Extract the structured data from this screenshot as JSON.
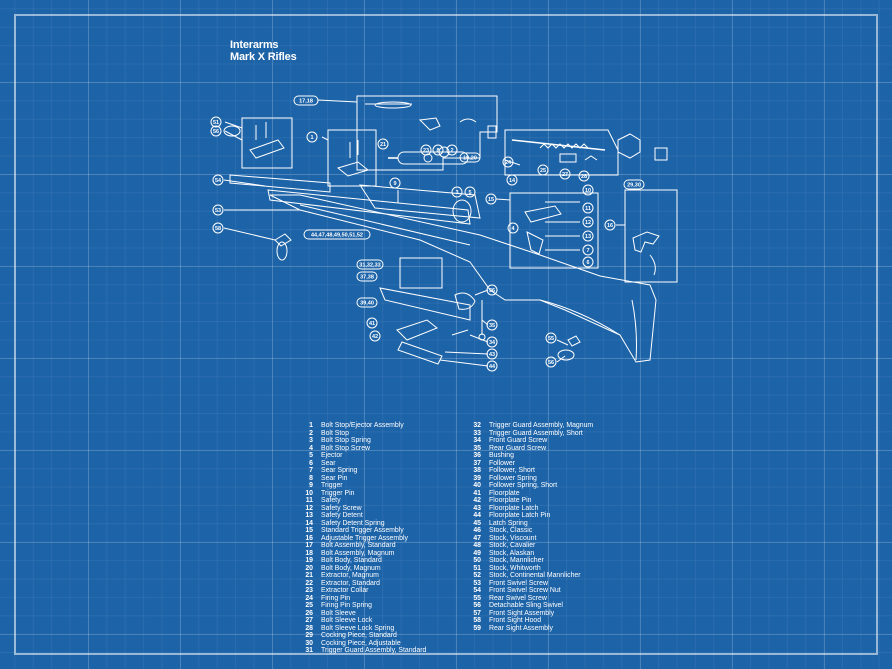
{
  "title": {
    "line1": "Interarms",
    "line2": "Mark X Rifles"
  },
  "callouts": [
    {
      "id": "c1718",
      "text": "17,18"
    },
    {
      "id": "c51",
      "text": "51"
    },
    {
      "id": "c56a",
      "text": "56"
    },
    {
      "id": "c1",
      "text": "1"
    },
    {
      "id": "c21",
      "text": "21"
    },
    {
      "id": "c23",
      "text": "23"
    },
    {
      "id": "c8",
      "text": "8"
    },
    {
      "id": "c2",
      "text": "2"
    },
    {
      "id": "c1920",
      "text": "19,20"
    },
    {
      "id": "c24",
      "text": "24"
    },
    {
      "id": "c25",
      "text": "25"
    },
    {
      "id": "c27",
      "text": "27"
    },
    {
      "id": "c28",
      "text": "28"
    },
    {
      "id": "c2930",
      "text": "29,30"
    },
    {
      "id": "c54",
      "text": "54"
    },
    {
      "id": "c53",
      "text": "53"
    },
    {
      "id": "c58",
      "text": "58"
    },
    {
      "id": "c9",
      "text": "9"
    },
    {
      "id": "c3",
      "text": "3"
    },
    {
      "id": "c5",
      "text": "5"
    },
    {
      "id": "c15",
      "text": "15"
    },
    {
      "id": "c14",
      "text": "14"
    },
    {
      "id": "c10",
      "text": "10"
    },
    {
      "id": "c11",
      "text": "11"
    },
    {
      "id": "c12",
      "text": "12"
    },
    {
      "id": "c13",
      "text": "13"
    },
    {
      "id": "c7",
      "text": "7"
    },
    {
      "id": "c6",
      "text": "6"
    },
    {
      "id": "c4",
      "text": "4"
    },
    {
      "id": "c16",
      "text": "16"
    },
    {
      "id": "cstock",
      "text": "44,47,48,49,50,51,52"
    },
    {
      "id": "c3132",
      "text": "31,32,33"
    },
    {
      "id": "c37",
      "text": "37,38"
    },
    {
      "id": "c39",
      "text": "39,40"
    },
    {
      "id": "c41",
      "text": "41"
    },
    {
      "id": "c42",
      "text": "42"
    },
    {
      "id": "c36",
      "text": "36"
    },
    {
      "id": "c35",
      "text": "35"
    },
    {
      "id": "c34",
      "text": "34"
    },
    {
      "id": "c43",
      "text": "43"
    },
    {
      "id": "c44",
      "text": "44"
    },
    {
      "id": "c55",
      "text": "55"
    },
    {
      "id": "c56b",
      "text": "56"
    }
  ],
  "parts_left": [
    {
      "n": "1",
      "t": "Bolt Stop/Ejector Assembly"
    },
    {
      "n": "2",
      "t": "Bolt Stop"
    },
    {
      "n": "3",
      "t": "Bolt Stop Spring"
    },
    {
      "n": "4",
      "t": "Bolt Stop Screw"
    },
    {
      "n": "5",
      "t": "Ejector"
    },
    {
      "n": "6",
      "t": "Sear"
    },
    {
      "n": "7",
      "t": "Sear Spring"
    },
    {
      "n": "8",
      "t": "Sear Pin"
    },
    {
      "n": "9",
      "t": "Trigger"
    },
    {
      "n": "10",
      "t": "Trigger Pin"
    },
    {
      "n": "11",
      "t": "Safety"
    },
    {
      "n": "12",
      "t": "Safety Screw"
    },
    {
      "n": "13",
      "t": "Safety Detent"
    },
    {
      "n": "14",
      "t": "Safety Detent Spring"
    },
    {
      "n": "15",
      "t": "Standard Trigger Assembly"
    },
    {
      "n": "16",
      "t": "Adjustable Trigger Assembly"
    },
    {
      "n": "17",
      "t": "Bolt Assembly, Standard"
    },
    {
      "n": "18",
      "t": "Bolt Assembly, Magnum"
    },
    {
      "n": "19",
      "t": "Bolt Body, Standard"
    },
    {
      "n": "20",
      "t": "Bolt Body, Magnum"
    },
    {
      "n": "21",
      "t": "Extractor, Magnum"
    },
    {
      "n": "22",
      "t": "Extractor, Standard"
    },
    {
      "n": "23",
      "t": "Extractor Collar"
    },
    {
      "n": "24",
      "t": "Firing Pin"
    },
    {
      "n": "25",
      "t": "Firing Pin Spring"
    },
    {
      "n": "26",
      "t": "Bolt Sleeve"
    },
    {
      "n": "27",
      "t": "Bolt Sleeve Lock"
    },
    {
      "n": "28",
      "t": "Bolt Sleeve Lock Spring"
    },
    {
      "n": "29",
      "t": "Cocking Piece, Standard"
    },
    {
      "n": "30",
      "t": "Cocking Piece, Adjustable"
    },
    {
      "n": "31",
      "t": "Trigger Guard Assembly, Standard"
    }
  ],
  "parts_right": [
    {
      "n": "32",
      "t": "Trigger Guard Assembly, Magnum"
    },
    {
      "n": "33",
      "t": "Trigger Guard Assembly, Short"
    },
    {
      "n": "34",
      "t": "Front Guard Screw"
    },
    {
      "n": "35",
      "t": "Rear Guard Screw"
    },
    {
      "n": "36",
      "t": "Bushing"
    },
    {
      "n": "37",
      "t": "Follower"
    },
    {
      "n": "38",
      "t": "Follower, Short"
    },
    {
      "n": "39",
      "t": "Follower Spring"
    },
    {
      "n": "40",
      "t": "Follower Spring, Short"
    },
    {
      "n": "41",
      "t": "Floorplate"
    },
    {
      "n": "42",
      "t": "Floorplate Pin"
    },
    {
      "n": "43",
      "t": "Floorplate Latch"
    },
    {
      "n": "44",
      "t": "Floorplate Latch Pin"
    },
    {
      "n": "45",
      "t": "Latch Spring"
    },
    {
      "n": "46",
      "t": "Stock, Classic"
    },
    {
      "n": "47",
      "t": "Stock, Viscount"
    },
    {
      "n": "48",
      "t": "Stock, Cavalier"
    },
    {
      "n": "49",
      "t": "Stock, Alaskan"
    },
    {
      "n": "50",
      "t": "Stock, Mannlicher"
    },
    {
      "n": "51",
      "t": "Stock, Whitworth"
    },
    {
      "n": "52",
      "t": "Stock, Continental Mannlicher"
    },
    {
      "n": "53",
      "t": "Front Swivel Screw"
    },
    {
      "n": "54",
      "t": "Front Swivel Screw Nut"
    },
    {
      "n": "55",
      "t": "Rear Swivel Screw"
    },
    {
      "n": "56",
      "t": "Detachable Sling Swivel"
    },
    {
      "n": "57",
      "t": "Front Sight Assembly"
    },
    {
      "n": "58",
      "t": "Front Sight Hood"
    },
    {
      "n": "59",
      "t": "Rear Sight Assembly"
    }
  ],
  "colors": {
    "background": "#1d63a8",
    "lines": "#ffffff"
  }
}
